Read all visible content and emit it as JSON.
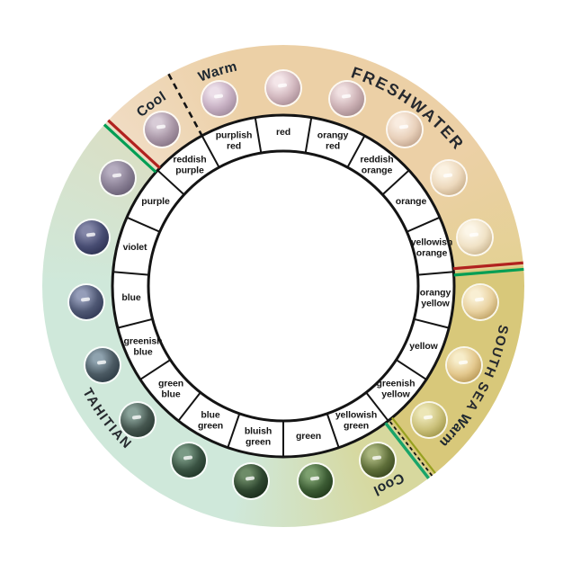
{
  "wheel": {
    "regions": [
      {
        "name": "FRESHWATER"
      },
      {
        "name": "SOUTH SEA"
      },
      {
        "name": "TAHITIAN"
      }
    ],
    "temperature_labels": {
      "freshwater_cool": "Cool",
      "freshwater_warm": "Warm",
      "south_sea_warm": "Warm",
      "tahitian_cool": "Cool"
    },
    "segments": [
      {
        "label": "red",
        "pearl": {
          "highlight": "#f4e6e9",
          "base": "#d2b8bf",
          "shadow": "#977b85"
        }
      },
      {
        "label": "orangy red",
        "pearl": {
          "highlight": "#f0e0e1",
          "base": "#cbb0b4",
          "shadow": "#927a7e"
        }
      },
      {
        "label": "reddish orange",
        "pearl": {
          "highlight": "#f9ece0",
          "base": "#e8d0ba",
          "shadow": "#b0917a"
        }
      },
      {
        "label": "orange",
        "pearl": {
          "highlight": "#fbf2e2",
          "base": "#edd9bd",
          "shadow": "#b89c77"
        }
      },
      {
        "label": "yellowish orange",
        "pearl": {
          "highlight": "#fcf6e8",
          "base": "#f0e2c6",
          "shadow": "#bca47b"
        }
      },
      {
        "label": "orangy yellow",
        "pearl": {
          "highlight": "#f9efd3",
          "base": "#e9d2a1",
          "shadow": "#ae8e4c"
        }
      },
      {
        "label": "yellow",
        "pearl": {
          "highlight": "#f7edca",
          "base": "#e4c98f",
          "shadow": "#a8853f"
        }
      },
      {
        "label": "greenish yellow",
        "pearl": {
          "highlight": "#ece6b6",
          "base": "#ccc27c",
          "shadow": "#8f8536"
        }
      },
      {
        "label": "yellowish green",
        "pearl": {
          "highlight": "#aab67e",
          "base": "#5f6f3a",
          "shadow": "#2a3614"
        }
      },
      {
        "label": "green",
        "pearl": {
          "highlight": "#7da06f",
          "base": "#3c5c34",
          "shadow": "#152a0f"
        }
      },
      {
        "label": "bluish green",
        "pearl": {
          "highlight": "#6e8c68",
          "base": "#2f4730",
          "shadow": "#0f1d10"
        }
      },
      {
        "label": "blue green",
        "pearl": {
          "highlight": "#7a9a85",
          "base": "#3a5343",
          "shadow": "#15281c"
        }
      },
      {
        "label": "green blue",
        "pearl": {
          "highlight": "#8aa39a",
          "base": "#45564f",
          "shadow": "#1d2c26"
        }
      },
      {
        "label": "greenish blue",
        "pearl": {
          "highlight": "#8fa3af",
          "base": "#4b5a63",
          "shadow": "#212e38"
        }
      },
      {
        "label": "blue",
        "pearl": {
          "highlight": "#959db9",
          "base": "#4f5874",
          "shadow": "#252b49"
        }
      },
      {
        "label": "violet",
        "pearl": {
          "highlight": "#8487a8",
          "base": "#484d73",
          "shadow": "#212544"
        }
      },
      {
        "label": "purple",
        "pearl": {
          "highlight": "#b6adc0",
          "base": "#8a8095",
          "shadow": "#595066"
        }
      },
      {
        "label": "reddish purple",
        "pearl": {
          "highlight": "#d8ccd7",
          "base": "#aa98a8",
          "shadow": "#756375"
        }
      },
      {
        "label": "purplish red",
        "pearl": {
          "highlight": "#ecdfe9",
          "base": "#c6afc2",
          "shadow": "#8f7b8c"
        }
      }
    ],
    "region_colors": {
      "freshwater_light": "#f0dcc3",
      "freshwater": "#ecd0a6",
      "freshwater_deep": "#e4d194",
      "south_sea": "#d8c87a",
      "tahitian_yellow": "#d7d89e",
      "tahitian": "#cfe8da",
      "tahitian_sage": "#dadfc5"
    },
    "boundary_colors": {
      "red": "#b1221f",
      "green": "#009e54",
      "olive": "#97a11f",
      "teal": "#19a469",
      "dashed_black": "#141414"
    }
  }
}
